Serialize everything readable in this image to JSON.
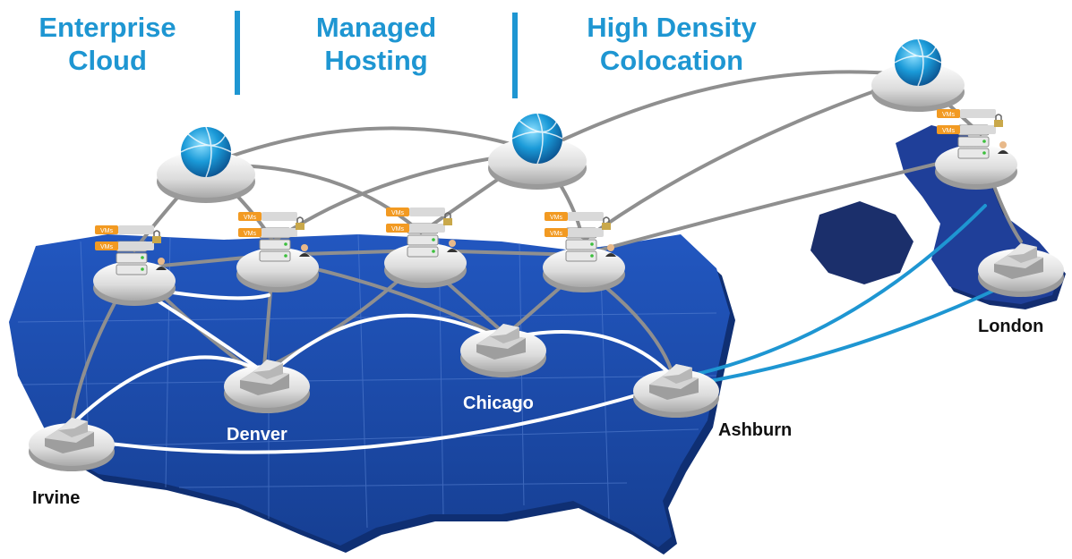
{
  "headings": [
    {
      "line1": "Enterprise",
      "line2": "Cloud"
    },
    {
      "line1": "Managed",
      "line2": "Hosting"
    },
    {
      "line1": "High Density",
      "line2": "Colocation"
    }
  ],
  "locations": {
    "irvine": "Irvine",
    "denver": "Denver",
    "chicago": "Chicago",
    "ashburn": "Ashburn",
    "london": "London"
  },
  "server_badge": "VMs",
  "colors": {
    "heading": "#1e96d2",
    "map_us": "#1a4aa8",
    "map_uk": "#1f3f99",
    "map_ireland": "#1b2f6b",
    "link_gray": "#8f8f8f",
    "link_white": "#ffffff",
    "link_blue": "#1e96d2",
    "globe": "#1a9ad8"
  },
  "icons": [
    "globe-cloud-icon",
    "server-rack-icon",
    "datacenter-building-icon",
    "lock-icon",
    "vm-badge-icon",
    "user-icon"
  ]
}
